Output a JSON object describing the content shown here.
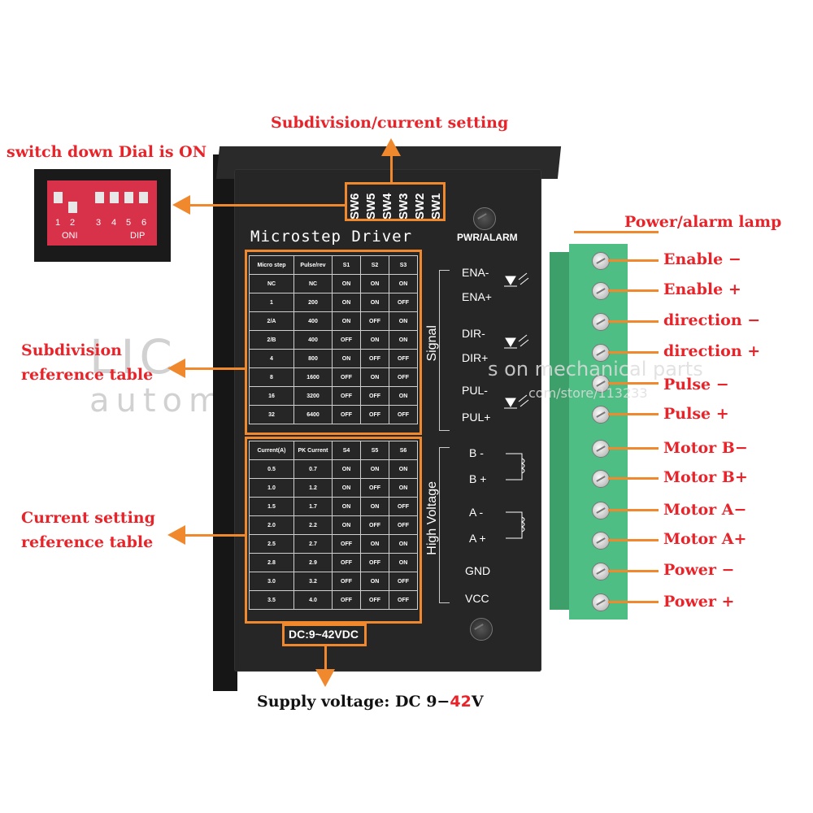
{
  "watermark": {
    "brand_letters": "LIC",
    "brand_word": "automa",
    "line1": "s on mechanical parts",
    "line2": "com/store/113233"
  },
  "callouts": {
    "switch_down": "switch down Dial is ON",
    "subdivision_current_setting": "Subdivision/current setting",
    "power_alarm_lamp": "Power/alarm lamp",
    "subdivision_ref_line1": "Subdivision",
    "subdivision_ref_line2": "reference table",
    "current_ref_line1": "Current setting",
    "current_ref_line2": "reference table",
    "supply_prefix": "Supply voltage: DC 9−",
    "supply_highlight": "42",
    "supply_suffix": "V"
  },
  "dip_photo": {
    "numbers": [
      "1",
      "2",
      "3",
      "4",
      "5",
      "6"
    ],
    "on_label": "ONI",
    "dip_label": "DIP"
  },
  "driver": {
    "sw_labels": [
      "SW6",
      "SW5",
      "SW4",
      "SW3",
      "SW2",
      "SW1"
    ],
    "title": "Microstep Driver",
    "pwr_alarm": "PWR/ALARM",
    "signal": "Signal",
    "high_voltage": "High Voltage",
    "voltage_label": "DC:9~42VDC",
    "signal_pins": [
      "ENA-",
      "ENA+",
      "DIR-",
      "DIR+",
      "PUL-",
      "PUL+"
    ],
    "hv_pins": [
      "B -",
      "B +",
      "A -",
      "A +",
      "GND",
      "VCC"
    ]
  },
  "microstep_table": {
    "headers": [
      "Micro step",
      "Pulse/rev",
      "S1",
      "S2",
      "S3"
    ],
    "rows": [
      [
        "NC",
        "NC",
        "ON",
        "ON",
        "ON"
      ],
      [
        "1",
        "200",
        "ON",
        "ON",
        "OFF"
      ],
      [
        "2/A",
        "400",
        "ON",
        "OFF",
        "ON"
      ],
      [
        "2/B",
        "400",
        "OFF",
        "ON",
        "ON"
      ],
      [
        "4",
        "800",
        "ON",
        "OFF",
        "OFF"
      ],
      [
        "8",
        "1600",
        "OFF",
        "ON",
        "OFF"
      ],
      [
        "16",
        "3200",
        "OFF",
        "OFF",
        "ON"
      ],
      [
        "32",
        "6400",
        "OFF",
        "OFF",
        "OFF"
      ]
    ]
  },
  "current_table": {
    "headers": [
      "Current(A)",
      "PK Current",
      "S4",
      "S5",
      "S6"
    ],
    "rows": [
      [
        "0.5",
        "0.7",
        "ON",
        "ON",
        "ON"
      ],
      [
        "1.0",
        "1.2",
        "ON",
        "OFF",
        "ON"
      ],
      [
        "1.5",
        "1.7",
        "ON",
        "ON",
        "OFF"
      ],
      [
        "2.0",
        "2.2",
        "ON",
        "OFF",
        "OFF"
      ],
      [
        "2.5",
        "2.7",
        "OFF",
        "ON",
        "ON"
      ],
      [
        "2.8",
        "2.9",
        "OFF",
        "OFF",
        "ON"
      ],
      [
        "3.0",
        "3.2",
        "OFF",
        "ON",
        "OFF"
      ],
      [
        "3.5",
        "4.0",
        "OFF",
        "OFF",
        "OFF"
      ]
    ]
  },
  "terminal_labels": [
    "Enable −",
    "Enable +",
    "direction −",
    "direction +",
    "Pulse −",
    "Pulse +",
    "Motor B−",
    "Motor B+",
    "Motor A−",
    "Motor A+",
    "Power −",
    "Power +"
  ],
  "colors": {
    "callout_red": "#e8242a",
    "arrow_orange": "#f0892d",
    "terminal_green": "#4fbe84",
    "driver_black": "#262626",
    "dip_red": "#d8324a"
  }
}
